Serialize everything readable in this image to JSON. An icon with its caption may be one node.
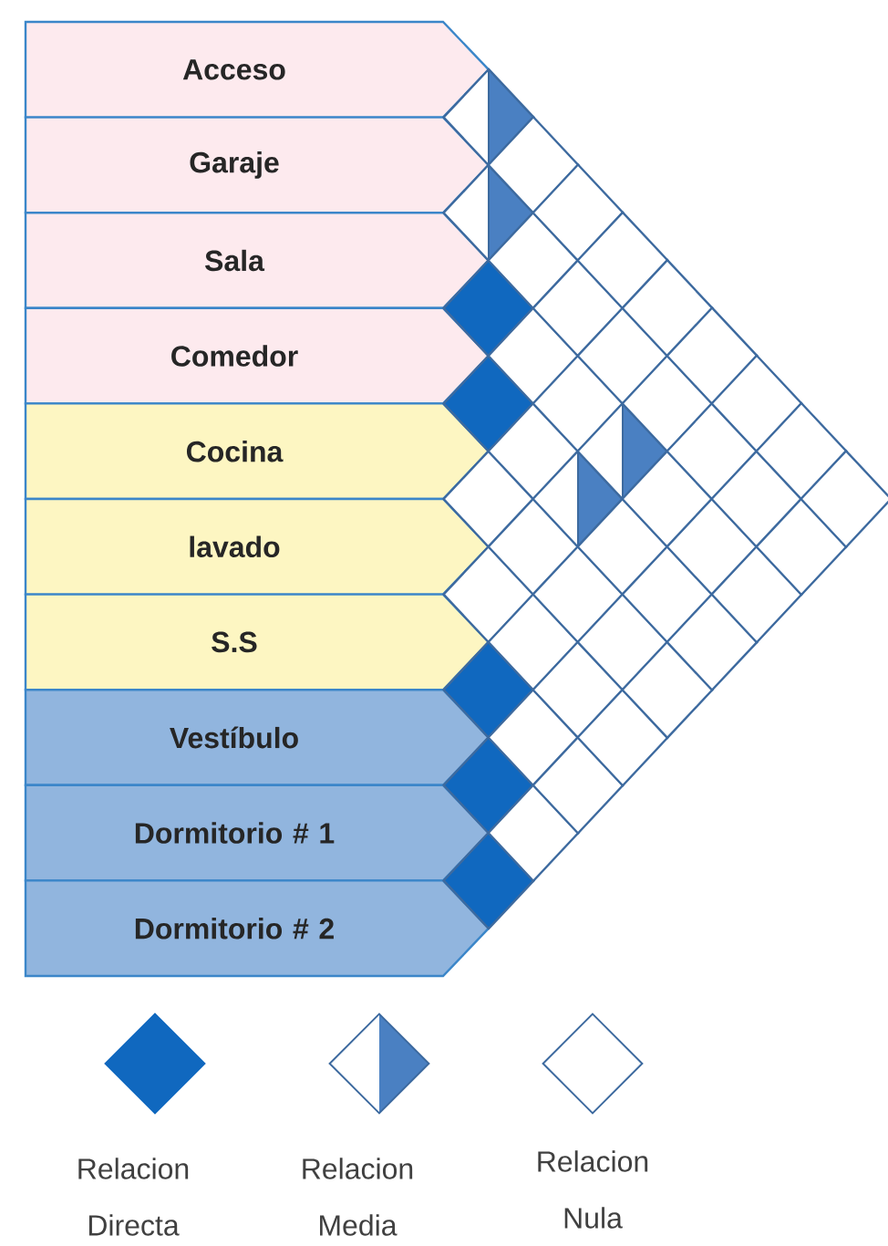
{
  "diagram": {
    "nodes": [
      {
        "text": [
          "Acceso"
        ]
      },
      {
        "text": [
          "Garaje"
        ]
      },
      {
        "text": [
          "Sala"
        ]
      },
      {
        "text": [
          "Comedor"
        ]
      },
      {
        "text": [
          "Cocina"
        ]
      },
      {
        "text": [
          "lavado"
        ]
      },
      {
        "text": [
          "S.S"
        ]
      },
      {
        "text": [
          "Vestíbulo"
        ]
      },
      {
        "text": [
          "Dormitorio # 1"
        ]
      },
      {
        "text": [
          "Dormitorio # 2"
        ]
      },
      {
        "text": [],
        "shape": "half-diamond"
      },
      {
        "text": [],
        "shape": "half-diamond"
      },
      {
        "text": [],
        "shape": "filled-diamond"
      },
      {
        "text": [],
        "shape": "filled-diamond"
      },
      {
        "text": [],
        "shape": "diamond"
      },
      {
        "text": [],
        "shape": "diamond"
      },
      {
        "text": [],
        "shape": "filled-diamond"
      },
      {
        "text": [],
        "shape": "filled-diamond"
      },
      {
        "text": [],
        "shape": "filled-diamond"
      },
      {
        "text": [],
        "shape": "diamond"
      },
      {
        "text": [],
        "shape": "diamond"
      },
      {
        "text": [],
        "shape": "diamond"
      },
      {
        "text": [],
        "shape": "diamond"
      },
      {
        "text": [],
        "shape": "diamond"
      },
      {
        "text": [],
        "shape": "diamond"
      },
      {
        "text": [],
        "shape": "diamond"
      },
      {
        "text": [],
        "shape": "diamond"
      },
      {
        "text": [],
        "shape": "diamond"
      },
      {
        "text": [],
        "shape": "diamond"
      },
      {
        "text": [],
        "shape": "diamond"
      },
      {
        "text": [],
        "shape": "half-diamond"
      },
      {
        "text": [],
        "shape": "diamond"
      },
      {
        "text": [],
        "shape": "diamond"
      },
      {
        "text": [],
        "shape": "diamond"
      },
      {
        "text": [],
        "shape": "diamond"
      },
      {
        "text": [],
        "shape": "diamond"
      },
      {
        "text": [],
        "shape": "half-diamond"
      },
      {
        "text": [],
        "shape": "diamond"
      },
      {
        "text": [],
        "shape": "diamond"
      },
      {
        "text": [],
        "shape": "diamond"
      },
      {
        "text": [],
        "shape": "diamond"
      },
      {
        "text": [],
        "shape": "diamond"
      },
      {
        "text": [],
        "shape": "diamond"
      },
      {
        "text": [],
        "shape": "diamond"
      },
      {
        "text": [],
        "shape": "diamond"
      },
      {
        "text": [],
        "shape": "diamond"
      },
      {
        "text": [],
        "shape": "diamond"
      },
      {
        "text": [],
        "shape": "diamond"
      },
      {
        "text": [],
        "shape": "diamond"
      },
      {
        "text": [],
        "shape": "diamond"
      },
      {
        "text": [],
        "shape": "diamond"
      },
      {
        "text": [],
        "shape": "diamond"
      },
      {
        "text": [],
        "shape": "diamond"
      },
      {
        "text": [],
        "shape": "diamond"
      },
      {
        "text": [],
        "shape": "diamond"
      }
    ],
    "legend": [
      {
        "text": "Relacion Directa",
        "color": "#1068bf"
      },
      {
        "text": "Relacion Media"
      },
      {
        "text": "Relacion Nula"
      }
    ]
  }
}
